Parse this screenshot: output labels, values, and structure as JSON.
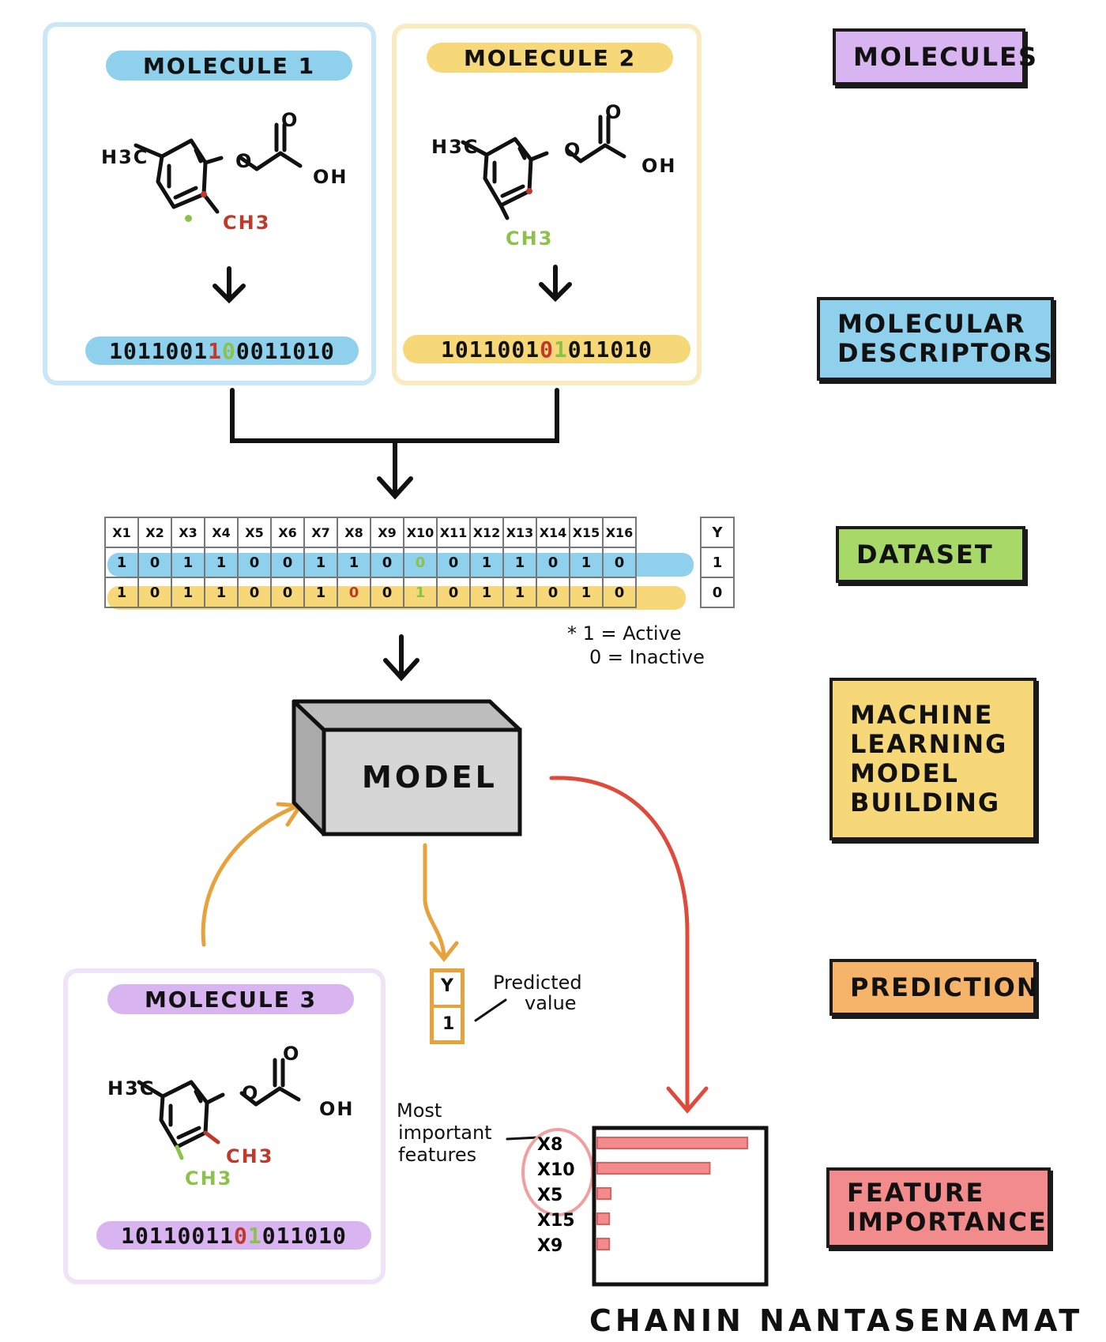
{
  "stages": {
    "molecules": "MOLECULES",
    "descriptors_l1": "MOLECULAR",
    "descriptors_l2": "DESCRIPTORS",
    "dataset": "DATASET",
    "ml_l1": "MACHINE",
    "ml_l2": "LEARNING",
    "ml_l3": "MODEL",
    "ml_l4": "BUILDING",
    "prediction": "PREDICTION",
    "fi_l1": "FEATURE",
    "fi_l2": "IMPORTANCE"
  },
  "colors": {
    "blue": "#8fd0ec",
    "yellow": "#f7d878",
    "purple": "#d8b4f0",
    "green": "#a8d868",
    "orange": "#f5b46a",
    "red": "#f28b8b",
    "atom_red": "#c0392b",
    "atom_green": "#8bc34a"
  },
  "molecule1": {
    "title": "MOLECULE 1",
    "h3c": "H3C",
    "o": "O",
    "oh": "OH",
    "ch3": "CH3",
    "bits_a": "101100",
    "bits_b": "1",
    "bits_c": "1",
    "bits_d": "0",
    "bits_e": "0011010"
  },
  "molecule2": {
    "title": "MOLECULE 2",
    "h3c": "H3C",
    "o": "O",
    "oh": "OH",
    "ch3": "CH3",
    "bits_a": "101100",
    "bits_b": "1",
    "bits_c": "0",
    "bits_d": "1",
    "bits_e": "011010"
  },
  "molecule3": {
    "title": "MOLECULE 3",
    "h3c": "H3C",
    "o": "O",
    "oh": "OH",
    "ch3_red": "CH3",
    "ch3_green": "CH3",
    "bits_a": "1011001",
    "bits_b": "1",
    "bits_c": "0",
    "bits_d": "1",
    "bits_e": "011010"
  },
  "dataset": {
    "headers": [
      "X1",
      "X2",
      "X3",
      "X4",
      "X5",
      "X6",
      "X7",
      "X8",
      "X9",
      "X10",
      "X11",
      "X12",
      "X13",
      "X14",
      "X15",
      "X16"
    ],
    "y_header": "Y",
    "row1": [
      "1",
      "0",
      "1",
      "1",
      "0",
      "0",
      "1",
      "1",
      "0",
      "0",
      "0",
      "1",
      "1",
      "0",
      "1",
      "0"
    ],
    "row1_y": "1",
    "row2": [
      "1",
      "0",
      "1",
      "1",
      "0",
      "0",
      "1",
      "0",
      "0",
      "1",
      "0",
      "1",
      "1",
      "0",
      "1",
      "0"
    ],
    "row2_y": "0",
    "legend_1": "* 1 = Active",
    "legend_0": "0 = Inactive"
  },
  "model": {
    "label": "MODEL"
  },
  "prediction": {
    "y_header": "Y",
    "value": "1",
    "caption_l1": "Predicted",
    "caption_l2": "value"
  },
  "feature_importance": {
    "caption_l1": "Most",
    "caption_l2": "important",
    "caption_l3": "features",
    "bars": [
      {
        "feature": "X8",
        "importance": 1.0
      },
      {
        "feature": "X10",
        "importance": 0.75
      },
      {
        "feature": "X5",
        "importance": 0.09
      },
      {
        "feature": "X15",
        "importance": 0.08
      },
      {
        "feature": "X9",
        "importance": 0.08
      }
    ]
  },
  "author": "CHANIN NANTASENAMAT"
}
